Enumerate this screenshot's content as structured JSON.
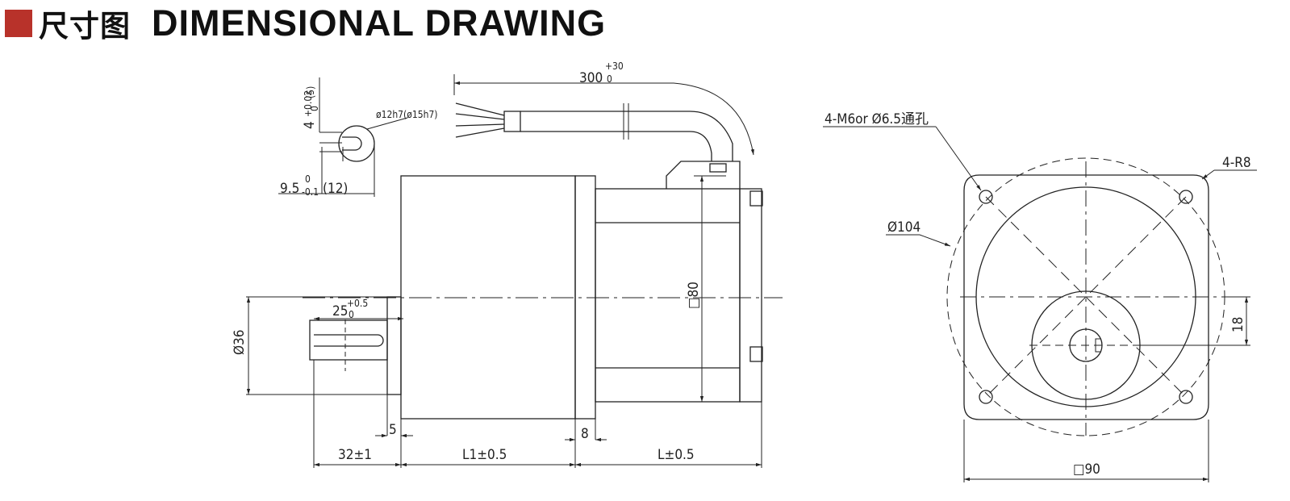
{
  "header": {
    "title_cn": "尺寸图",
    "title_en": "DIMENSIONAL DRAWING",
    "accent_color": "#b8322a"
  },
  "shaft_detail": {
    "key_height": "4",
    "key_height_tol_upper": "+0.02",
    "key_height_tol_lower": "0",
    "key_height_alt": "(5)",
    "shaft_diameter": "ø12h7(ø15h7)",
    "key_width": "9.5",
    "key_width_tol_upper": "0",
    "key_width_tol_lower": "-0.1",
    "key_width_alt": "(12)"
  },
  "side_view": {
    "lead_length": "300",
    "lead_tol_upper": "+30",
    "lead_tol_lower": "0",
    "shaft_length": "25",
    "shaft_tol_upper": "+0.5",
    "shaft_tol_lower": "0",
    "pilot_diameter": "Ø36",
    "flange_height": "□80",
    "pilot_thickness": "5",
    "flange_thickness": "8",
    "dim_shaft": "32±1",
    "dim_l1": "L1±0.5",
    "dim_l": "L±0.5"
  },
  "front_view": {
    "mount_holes": "4-M6or Ø6.5通孔",
    "corner_radius": "4-R8",
    "bolt_circle": "Ø104",
    "flange_size": "□90",
    "shaft_offset": "18"
  }
}
